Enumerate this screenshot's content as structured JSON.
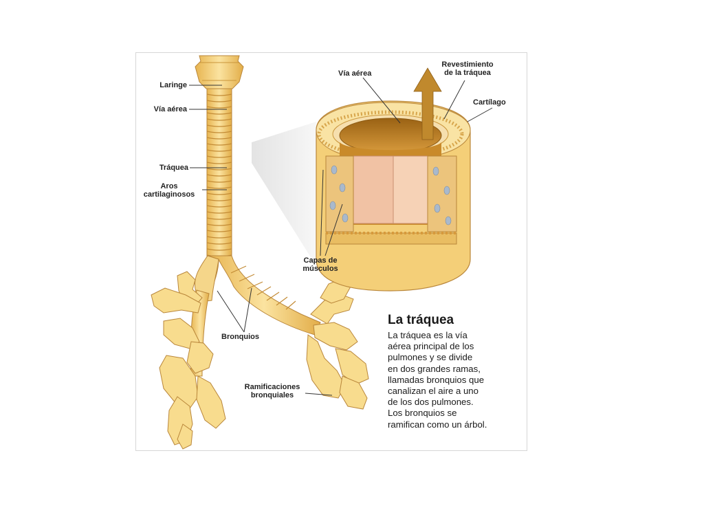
{
  "labels": {
    "laringe": "Laringe",
    "via_aerea_left": "Vía aérea",
    "traquea": "Tráquea",
    "aros_line1": "Aros",
    "aros_line2": "cartilaginosos",
    "via_aerea_right": "Vía aérea",
    "revestimiento_line1": "Revestimiento",
    "revestimiento_line2": "de la tráquea",
    "cartilago": "Cartílago",
    "capas_line1": "Capas de",
    "capas_line2": "músculos",
    "bronquios": "Bronquios",
    "ramificaciones_line1": "Ramificaciones",
    "ramificaciones_line2": "bronquiales"
  },
  "info": {
    "title": "La tráquea",
    "lines": [
      "La tráquea es la vía",
      "aérea principal de los",
      "pulmones y se divide",
      "en dos grandes ramas,",
      "llamadas bronquios que",
      "canalizan el aire a uno",
      "de los dos pulmones.",
      "Los bronquios se",
      "ramifican como un árbol."
    ]
  },
  "colors": {
    "tissue_light": "#f8dc8e",
    "tissue_mid": "#f0c564",
    "tissue_dark": "#c9953a",
    "lumen": "#b87a1e",
    "arrow": "#c0892d",
    "muscle": "#f1c2a4"
  }
}
